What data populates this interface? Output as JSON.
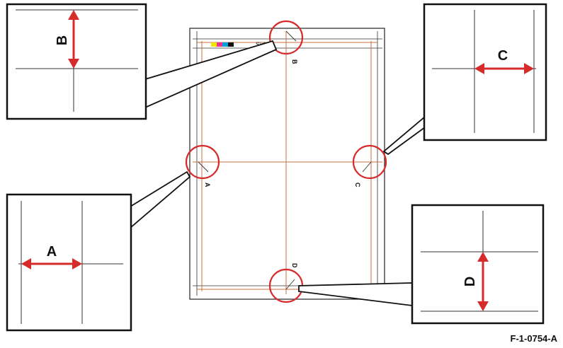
{
  "sheet": {
    "side_label": "Side 1",
    "color_swatches": [
      "#f2e600",
      "#e8368f",
      "#00a0e0",
      "#111111"
    ],
    "mark_labels": {
      "a": "A",
      "b": "B",
      "c": "C",
      "d": "D"
    }
  },
  "callouts": {
    "a": {
      "label": "A"
    },
    "b": {
      "label": "B"
    },
    "c": {
      "label": "C"
    },
    "d": {
      "label": "D"
    }
  },
  "colors": {
    "highlight": "#d62b2b",
    "guide": "#c8703e",
    "ink": "#111111"
  },
  "figure_id": "F-1-0754-A"
}
